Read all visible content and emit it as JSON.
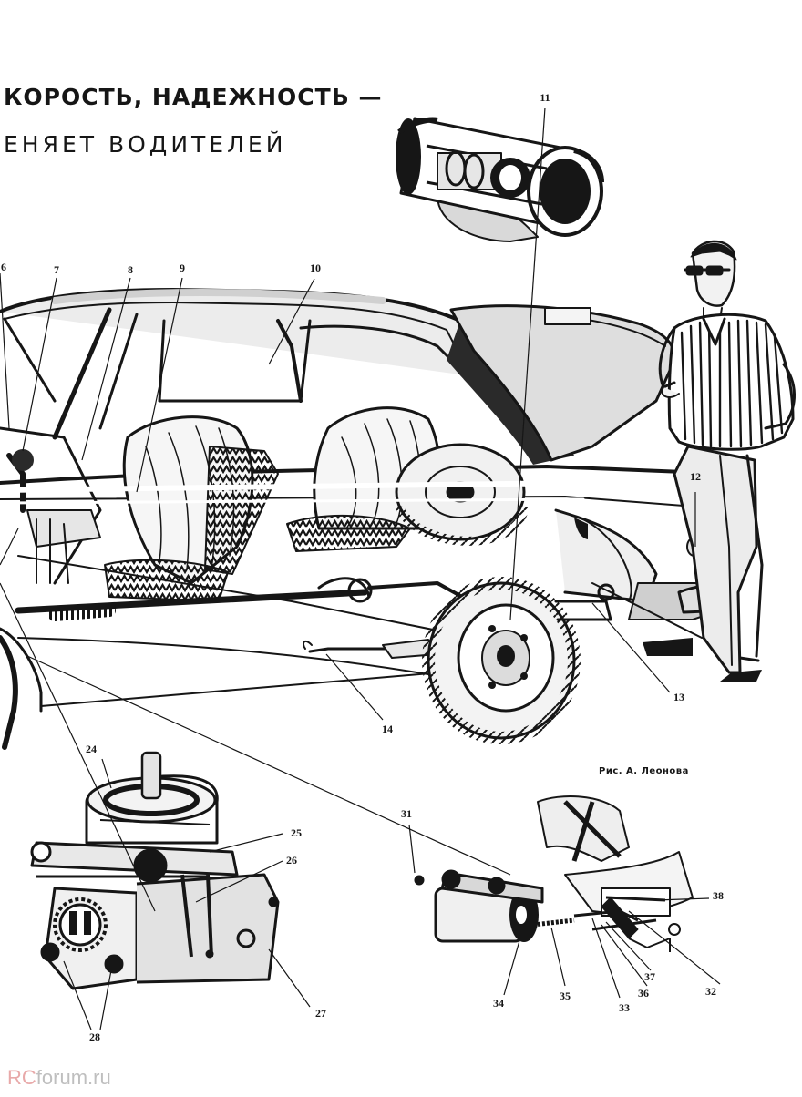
{
  "heading": {
    "line1": "КОРОСТЬ, НАДЕЖНОСТЬ —",
    "line2": "ЕНЯЕТ ВОДИТЕЛЕЙ"
  },
  "credit": "Рис. А. Леонова",
  "watermark": {
    "prefix": "RC",
    "suffix": "forum.ru"
  },
  "colors": {
    "ink": "#161616",
    "paper": "#ffffff",
    "watermark_accent": "#e8a9a9"
  },
  "callouts": {
    "n6": "6",
    "n7": "7",
    "n8": "8",
    "n9": "9",
    "n10": "10",
    "n11": "11",
    "n12": "12",
    "n13": "13",
    "n14": "14",
    "n24": "24",
    "n25": "25",
    "n26": "26",
    "n27": "27",
    "n28": "28",
    "n31": "31",
    "n32": "32",
    "n33": "33",
    "n34": "34",
    "n35": "35",
    "n36": "36",
    "n37": "37",
    "n38": "38"
  }
}
